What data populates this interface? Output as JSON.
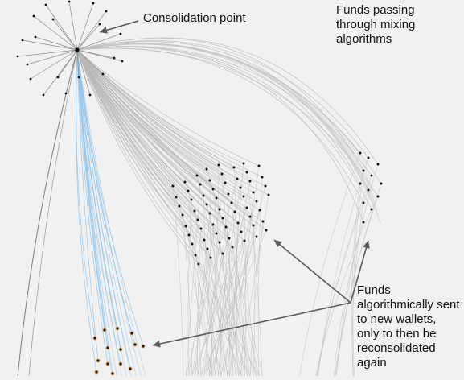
{
  "annotations": {
    "consolidation_point": "Consolidation point",
    "mixing": [
      "Funds passing",
      "through mixing",
      "algorithms"
    ],
    "funds_sent": [
      "Funds",
      "algorithmically sent",
      "to new wallets,",
      "only to then be",
      "reconsolidated",
      "again"
    ]
  },
  "colors": {
    "background": "#f1f1f1",
    "edge_gray": "#b9b9b9",
    "edge_blue": "#8ec3ea",
    "node": "#111111",
    "node_highlight": "#d98a1e",
    "arrow": "#5a5a5a"
  }
}
